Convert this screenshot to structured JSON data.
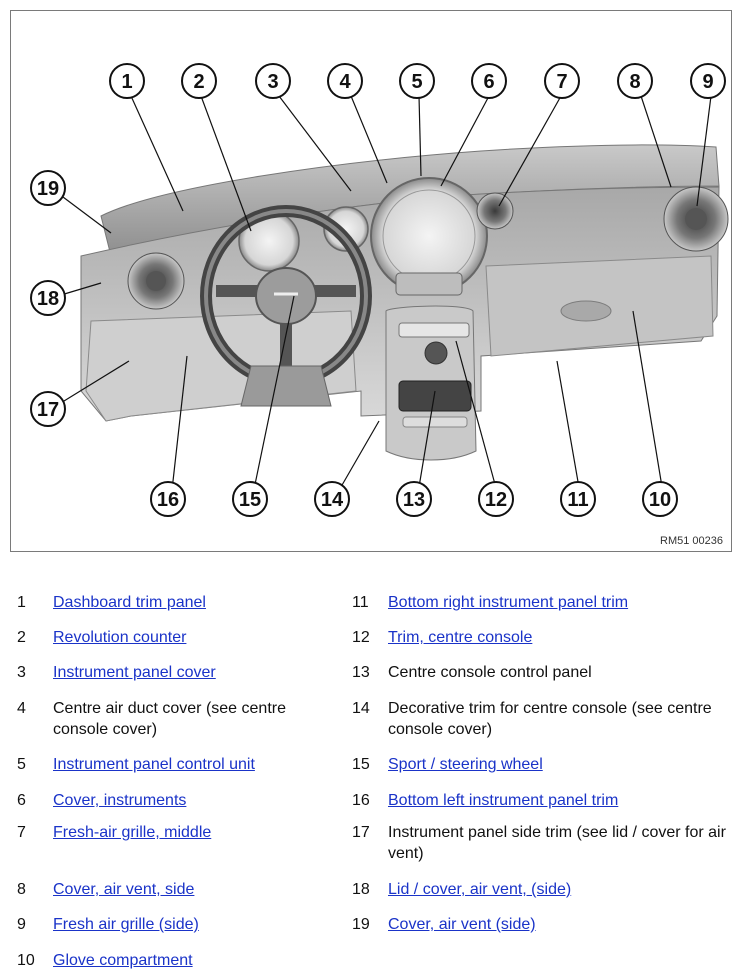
{
  "figure": {
    "ref_code": "RM51 00236",
    "callouts": [
      "1",
      "2",
      "3",
      "4",
      "5",
      "6",
      "7",
      "8",
      "9",
      "10",
      "11",
      "12",
      "13",
      "14",
      "15",
      "16",
      "17",
      "18",
      "19"
    ]
  },
  "legend": [
    {
      "num": "1",
      "text": "Dashboard trim panel",
      "link": true
    },
    {
      "num": "2",
      "text": "Revolution counter",
      "link": true
    },
    {
      "num": "3",
      "text": "Instrument panel cover",
      "link": true
    },
    {
      "num": "4",
      "text": "Centre air duct cover (see centre console cover)",
      "link": false
    },
    {
      "num": "5",
      "text": "Instrument panel control unit",
      "link": true
    },
    {
      "num": "6",
      "text": "Cover, instruments",
      "link": true
    },
    {
      "num": "7",
      "text": "Fresh-air grille, middle",
      "link": true
    },
    {
      "num": "8",
      "text": "Cover, air vent, side",
      "link": true
    },
    {
      "num": "9",
      "text": "Fresh air grille (side)",
      "link": true
    },
    {
      "num": "10",
      "text": "Glove compartment",
      "link": true
    },
    {
      "num": "11",
      "text": "Bottom right instrument panel trim",
      "link": true
    },
    {
      "num": "12",
      "text": "Trim, centre console",
      "link": true
    },
    {
      "num": "13",
      "text": "Centre console control panel",
      "link": false
    },
    {
      "num": "14",
      "text": "Decorative trim for centre console (see centre console cover)",
      "link": false
    },
    {
      "num": "15",
      "text": "Sport / steering wheel",
      "link": true
    },
    {
      "num": "16",
      "text": "Bottom left instrument panel trim",
      "link": true
    },
    {
      "num": "17",
      "text": "Instrument panel side trim (see lid / cover for air vent)",
      "link": false
    },
    {
      "num": "18",
      "text": "Lid / cover, air vent, (side)",
      "link": true
    },
    {
      "num": "19",
      "text": "Cover, air vent (side)",
      "link": true
    }
  ]
}
